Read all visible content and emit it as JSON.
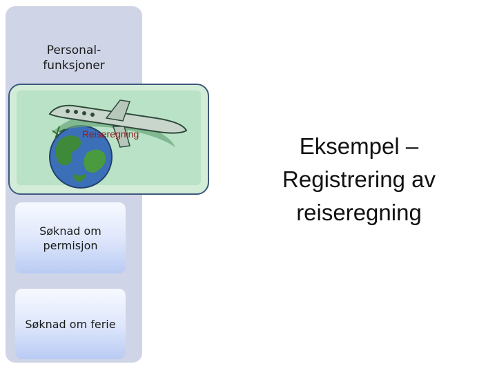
{
  "sidebar": {
    "title_line1": "Personal-",
    "title_line2": "funksjoner",
    "highlighted_item": "Reiseregning",
    "items": [
      {
        "label_line1": "Søknad om",
        "label_line2": "permisjon"
      },
      {
        "label_line1": "Søknad om ferie",
        "label_line2": ""
      }
    ]
  },
  "main": {
    "heading_line1": "Eksempel –",
    "heading_line2": "Registrering av",
    "heading_line3": "reiseregning"
  },
  "icons": {
    "travel": "airplane-globe-icon"
  }
}
